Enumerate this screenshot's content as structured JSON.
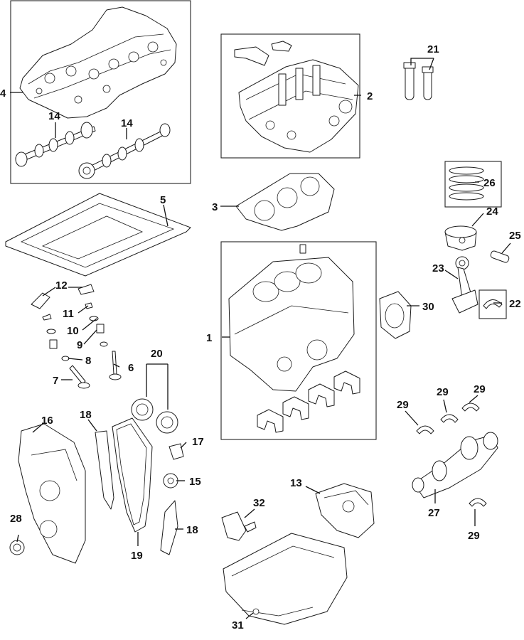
{
  "callouts": [
    {
      "id": "c1",
      "text": "1"
    },
    {
      "id": "c2",
      "text": "2"
    },
    {
      "id": "c3",
      "text": "3"
    },
    {
      "id": "c4",
      "text": "4"
    },
    {
      "id": "c5",
      "text": "5"
    },
    {
      "id": "c6",
      "text": "6"
    },
    {
      "id": "c7",
      "text": "7"
    },
    {
      "id": "c8",
      "text": "8"
    },
    {
      "id": "c9",
      "text": "9"
    },
    {
      "id": "c10",
      "text": "10"
    },
    {
      "id": "c11",
      "text": "11"
    },
    {
      "id": "c12",
      "text": "12"
    },
    {
      "id": "c13",
      "text": "13"
    },
    {
      "id": "c14a",
      "text": "14"
    },
    {
      "id": "c14b",
      "text": "14"
    },
    {
      "id": "c15",
      "text": "15"
    },
    {
      "id": "c16",
      "text": "16"
    },
    {
      "id": "c17",
      "text": "17"
    },
    {
      "id": "c18a",
      "text": "18"
    },
    {
      "id": "c18b",
      "text": "18"
    },
    {
      "id": "c19",
      "text": "19"
    },
    {
      "id": "c20",
      "text": "20"
    },
    {
      "id": "c21",
      "text": "21"
    },
    {
      "id": "c22",
      "text": "22"
    },
    {
      "id": "c23",
      "text": "23"
    },
    {
      "id": "c24",
      "text": "24"
    },
    {
      "id": "c25",
      "text": "25"
    },
    {
      "id": "c26",
      "text": "26"
    },
    {
      "id": "c27",
      "text": "27"
    },
    {
      "id": "c28",
      "text": "28"
    },
    {
      "id": "c29a",
      "text": "29"
    },
    {
      "id": "c29b",
      "text": "29"
    },
    {
      "id": "c29c",
      "text": "29"
    },
    {
      "id": "c29d",
      "text": "29"
    },
    {
      "id": "c30",
      "text": "30"
    },
    {
      "id": "c31",
      "text": "31"
    },
    {
      "id": "c32",
      "text": "32"
    }
  ]
}
